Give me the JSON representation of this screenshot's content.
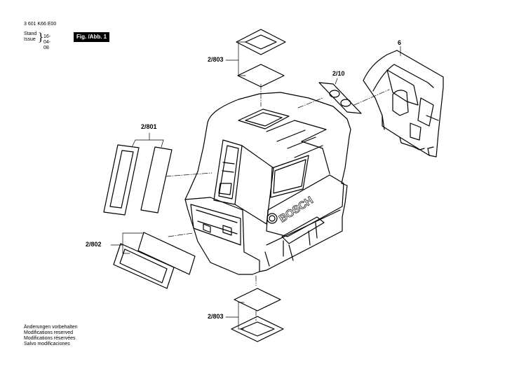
{
  "header": {
    "doc_number": "3 601 K66 E00",
    "stand_label": "Stand",
    "issue_label": "Issue",
    "date": "16-04-08",
    "figure_label": "Fig. /Abb. 1"
  },
  "labels": {
    "part_803_top": "2/803",
    "part_10": "2/10",
    "part_6": "6",
    "part_801": "2/801",
    "part_802": "2/802",
    "part_803_bottom": "2/803",
    "brand_mark": "BOSCH"
  },
  "notes": [
    "Änderungen vorbehalten",
    "Modifications reserved",
    "Modifications réservées",
    "Salvo modificaciones"
  ]
}
